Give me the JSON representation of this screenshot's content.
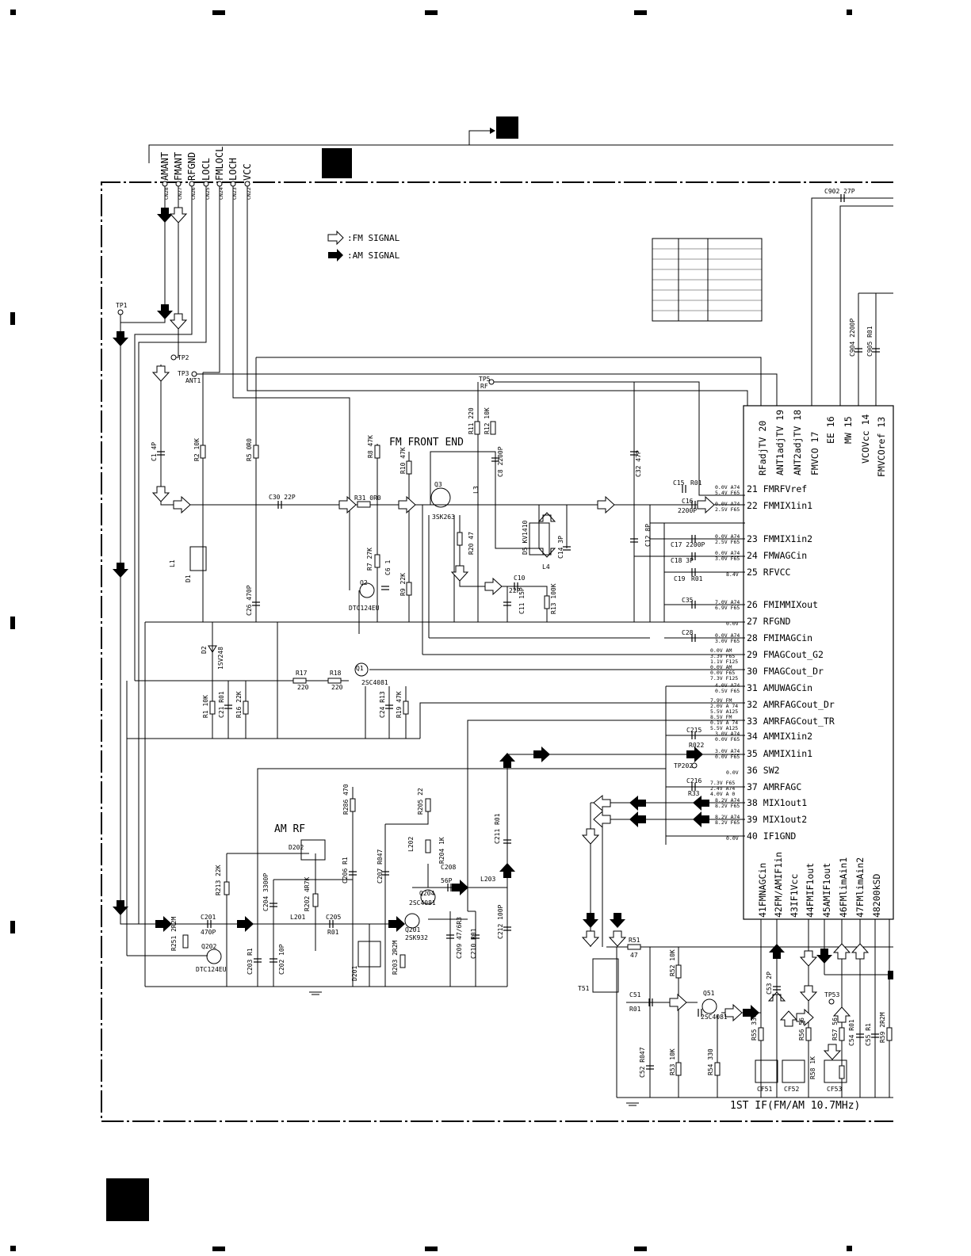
{
  "connector_labels": [
    "AMANT",
    "FMANT",
    "RFGND",
    "LOCL",
    "FMLOCL",
    "LOCH",
    "VCC"
  ],
  "connector_refs": [
    "CN28",
    "CN27",
    "CN26",
    "CN25",
    "CN24",
    "CN23",
    "CN22"
  ],
  "legend": {
    "fm": ":FM SIGNAL",
    "am": ":AM SIGNAL"
  },
  "headings": {
    "fm_front_end": "FM FRONT END",
    "am_rf": "AM RF",
    "first_if": "1ST IF(FM/AM 10.7MHz)"
  },
  "test_points": {
    "tp1": "TP1",
    "tp2": "TP2",
    "tp3": "TP3",
    "ant1": "ANT1",
    "tp5": "TP5",
    "rf": "RF",
    "tp202": "TP202",
    "tp53": "TP53"
  },
  "ic_pins_right": [
    {
      "n": "21",
      "name": "FMRFVref",
      "v": [
        "0.0V A74",
        "5.4V F65"
      ]
    },
    {
      "n": "22",
      "name": "FMMIX1in1",
      "v": [
        "0.0V A74",
        "2.5V F65"
      ]
    },
    {
      "n": "23",
      "name": "FMMIX1in2",
      "v": [
        "0.0V A74",
        "2.5V F65"
      ]
    },
    {
      "n": "24",
      "name": "FMWAGCin",
      "v": [
        "0.0V A74",
        "3.0V F65"
      ]
    },
    {
      "n": "25",
      "name": "RFVCC",
      "v": [
        "8.4V"
      ]
    },
    {
      "n": "26",
      "name": "FMIMMIXout",
      "v": [
        "7.0V A74",
        "6.9V F65"
      ]
    },
    {
      "n": "27",
      "name": "RFGND",
      "v": [
        "0.0V"
      ]
    },
    {
      "n": "28",
      "name": "FMIMAGCin",
      "v": [
        "0.0V A74",
        "3.0V F65"
      ]
    },
    {
      "n": "29",
      "name": "FMAGCout_G2",
      "v": [
        "0.0V AM",
        "3.3V F65",
        "1.1V F125"
      ]
    },
    {
      "n": "30",
      "name": "FMAGCout_Dr",
      "v": [
        "0.0V AM",
        "0.0V F65",
        "7.3V F125"
      ]
    },
    {
      "n": "31",
      "name": "AMUWAGCin",
      "v": [
        "4.0V A74",
        "0.5V F65"
      ]
    },
    {
      "n": "32",
      "name": "AMRFAGCout_Dr",
      "v": [
        "7.9V FM",
        "2.0V A 74",
        "5.5V A125"
      ]
    },
    {
      "n": "33",
      "name": "AMRFAGCout_TR",
      "v": [
        "8.5V FM",
        "0.1V A 74",
        "5.5V A125"
      ]
    },
    {
      "n": "34",
      "name": "AMMIX1in2",
      "v": [
        "3.0V A74",
        "0.0V F65"
      ]
    },
    {
      "n": "35",
      "name": "AMMIX1in1",
      "v": [
        "3.0V A74",
        "0.0V F65"
      ]
    },
    {
      "n": "36",
      "name": "SW2",
      "v": [
        "0.0V"
      ]
    },
    {
      "n": "37",
      "name": "AMRFAGC",
      "v": [
        "7.3V F65",
        "2.4V A74",
        "4.0V A 0"
      ]
    },
    {
      "n": "38",
      "name": "MIX1out1",
      "v": [
        "8.2V A74",
        "8.2V F65"
      ]
    },
    {
      "n": "39",
      "name": "MIX1out2",
      "v": [
        "8.2V A74",
        "8.2V F65"
      ]
    },
    {
      "n": "40",
      "name": "IF1GND",
      "v": [
        "0.0V"
      ]
    }
  ],
  "ic_pins_top": [
    {
      "n": "20",
      "name": "RFadjTV"
    },
    {
      "n": "19",
      "name": "ANT1adjTV"
    },
    {
      "n": "18",
      "name": "ANT2adjTV"
    },
    {
      "n": "17",
      "name": "FMVCO"
    },
    {
      "n": "16",
      "name": "EE"
    },
    {
      "n": "15",
      "name": "MW"
    },
    {
      "n": "14",
      "name": "VCOVcc"
    },
    {
      "n": "13",
      "name": "FMVCOref"
    }
  ],
  "ic_pins_bottom": [
    {
      "n": "41",
      "name": "FMNAGCin"
    },
    {
      "n": "42",
      "name": "FM/AMIF1in"
    },
    {
      "n": "43",
      "name": "IF1Vcc"
    },
    {
      "n": "44",
      "name": "FMIF1out"
    },
    {
      "n": "45",
      "name": "AMIF1out"
    },
    {
      "n": "46",
      "name": "FMlimAin1"
    },
    {
      "n": "47",
      "name": "FMlimAin2"
    },
    {
      "n": "48",
      "name": "200kSD"
    }
  ],
  "components": {
    "c1": "C1 4P",
    "r2": "R2 10K",
    "r5": "R5 0R0",
    "c30": "C30 22P",
    "r31": "R31 0R0",
    "r8": "R8 47K",
    "r10": "R10 47K",
    "q3": "Q3",
    "q3t": "3SK263",
    "r11": "R11 220",
    "r12": "R12 10K",
    "l3": "L3",
    "c8": "C8 2200P",
    "c32": "C32 47P",
    "c15": "C15",
    "r01a": "R01",
    "c16": "C16",
    "c16v": "2200P",
    "c17": "C17 2200P",
    "c18": "C18 3P",
    "c19": "C19",
    "r01b": "R01",
    "c12": "C12 8P",
    "d5": "D5 KV1410",
    "c14": "C14 3P",
    "l4": "L4",
    "r20": "R20 47",
    "c10": "C10",
    "c10v": "22P",
    "c11": "C11 15P",
    "r13": "R13 100K",
    "r7": "R7 27K",
    "c6": "C6 1",
    "r9": "R9 22K",
    "q2": "Q2",
    "q2t": "DTC124EU",
    "c26": "C26 470P",
    "l1": "L1",
    "d1": "D1",
    "d2": "D2",
    "d2t": "1SV248",
    "r17": "R17",
    "r17v": "220",
    "r18": "R18",
    "r18v": "220",
    "q1": "Q1",
    "q1t": "2SC4081",
    "r1": "R1 10K",
    "c21": "C21 R01",
    "r16": "R16 22K",
    "c24": "C24 R13",
    "r19": "R19 47K",
    "c35": "C35",
    "c28": "C28",
    "c215": "C215",
    "r022": "R022",
    "c216": "C216",
    "r33": "R33",
    "d202": "D202",
    "r213": "R213 22K",
    "r286": "R286 470",
    "c206": "C206 R1",
    "r205": "R205 22",
    "l202": "L202",
    "r204": "R204 1K",
    "c207": "C207 R047",
    "c208": "C208",
    "c208v": "56P",
    "l203": "L203",
    "c211": "C211 R01",
    "q204": "Q204",
    "q204t": "2SC4081",
    "c204": "C204 3300P",
    "r202": "R202 4R7K",
    "c201": "C201",
    "c201v": "470P",
    "l201": "L201",
    "c205": "C205",
    "c205v": "R01",
    "q201": "Q201",
    "q201t": "2SK932",
    "q202": "Q202",
    "q202t": "DTC124EU",
    "r251": "R251 2R2M",
    "c203": "C203 R1",
    "c202": "C202 10P",
    "d201": "D201",
    "r203": "R203 2R2M",
    "c209": "C209 47/6R3",
    "c210": "C210 R01",
    "c212": "C212 100P",
    "t51": "T51",
    "r51": "R51",
    "r51v": "47",
    "c51": "C51",
    "c51v": "R01",
    "r52": "R52 10K",
    "r53": "R53 10K",
    "c52": "C52 R047",
    "q51": "Q51",
    "q51t": "2SC4081",
    "r54": "R54 330",
    "c53": "C53 2P",
    "r55": "R55 330",
    "r56": "R56 56",
    "r57": "R57 56",
    "r58": "R58 1K",
    "c54": "C54 R01",
    "c55": "C55 R1",
    "r59": "R59 2R2M",
    "cf51": "CF51",
    "cf52": "CF52",
    "cf53": "CF53",
    "c902": "C902 27P",
    "c904": "C904 2200P",
    "c905": "C905 R01"
  },
  "colors": {
    "line": "#000000",
    "background": "#ffffff"
  }
}
